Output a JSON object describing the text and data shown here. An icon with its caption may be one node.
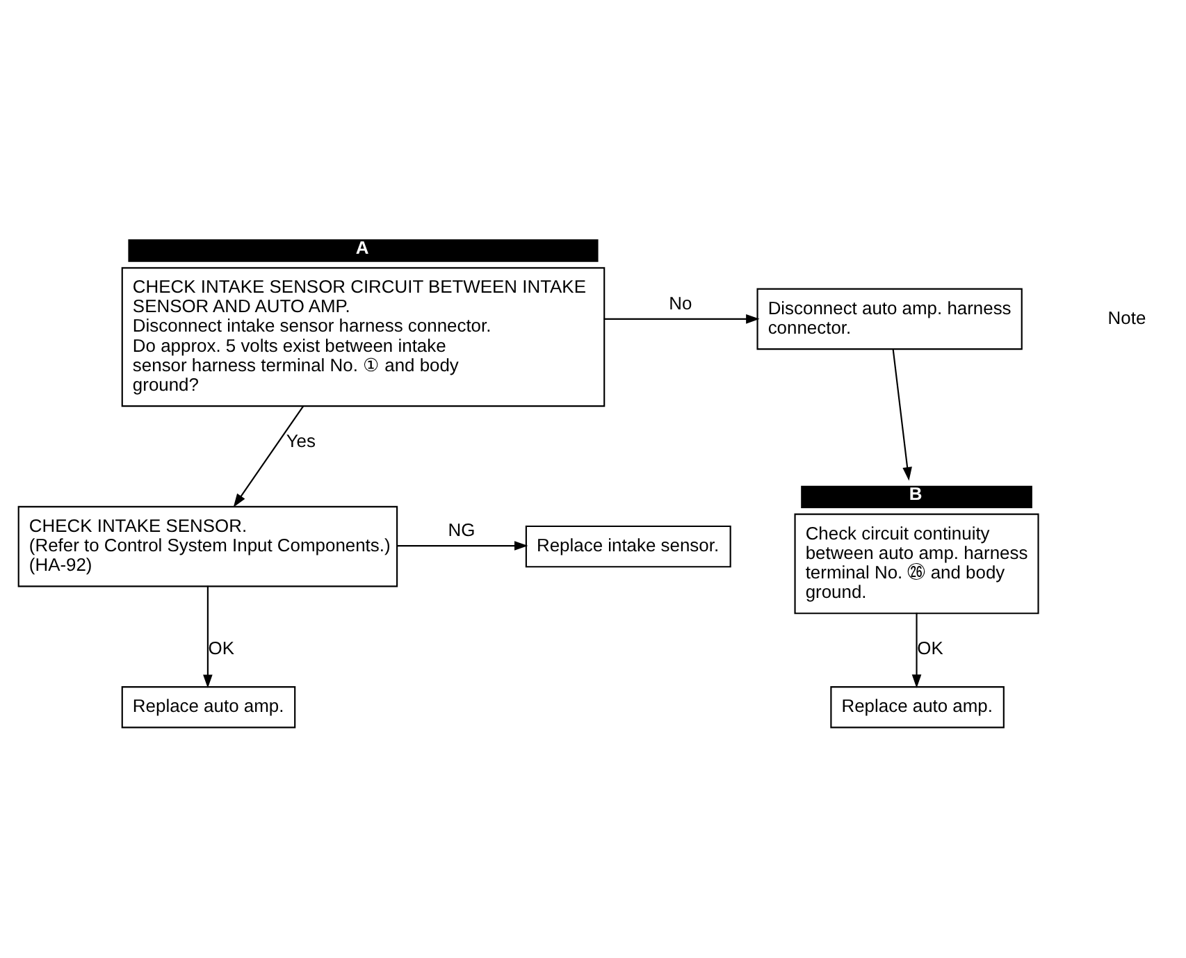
{
  "diagram": {
    "nodes": [
      {
        "text": [
          "CHECK INTAKE SENSOR CIRCUIT BETWEEN INTAKE SENSOR AND AUTO AMP.",
          "Disconnect intake sensor harness connector.",
          "Do approx. 5 volts exist between intake sensor harness terminal No. ① and body ground?"
        ],
        "beside": [
          "A"
        ]
      },
      {
        "text": [
          "Disconnect auto amp. harness connector."
        ]
      },
      {
        "text": [
          "Check circuit continuity between auto amp. harness terminal No. ㉖ and body ground."
        ],
        "beside": [
          "B"
        ]
      },
      {
        "text": [
          "Replace auto amp."
        ]
      },
      {
        "text": [
          "CHECK INTAKE SENSOR.",
          "(Refer to Control System Input Components.) (HA-92)"
        ]
      },
      {
        "text": [
          "Replace intake sensor."
        ]
      },
      {
        "text": [
          "Replace auto amp."
        ]
      }
    ],
    "edges": [
      {
        "from": 0,
        "to": 1,
        "arrow": "to",
        "label": "No"
      },
      {
        "from": 1,
        "to": 2,
        "arrow": "to"
      },
      {
        "from": 2,
        "to": 3,
        "arrow": "to",
        "label": "OK"
      },
      {
        "from": 0,
        "to": 4,
        "arrow": "to",
        "label": "Yes"
      },
      {
        "from": 4,
        "to": 5,
        "arrow": "to",
        "label": "NG"
      },
      {
        "from": 4,
        "to": 6,
        "arrow": "to",
        "label": "OK"
      }
    ],
    "labels": [
      "Note"
    ]
  }
}
